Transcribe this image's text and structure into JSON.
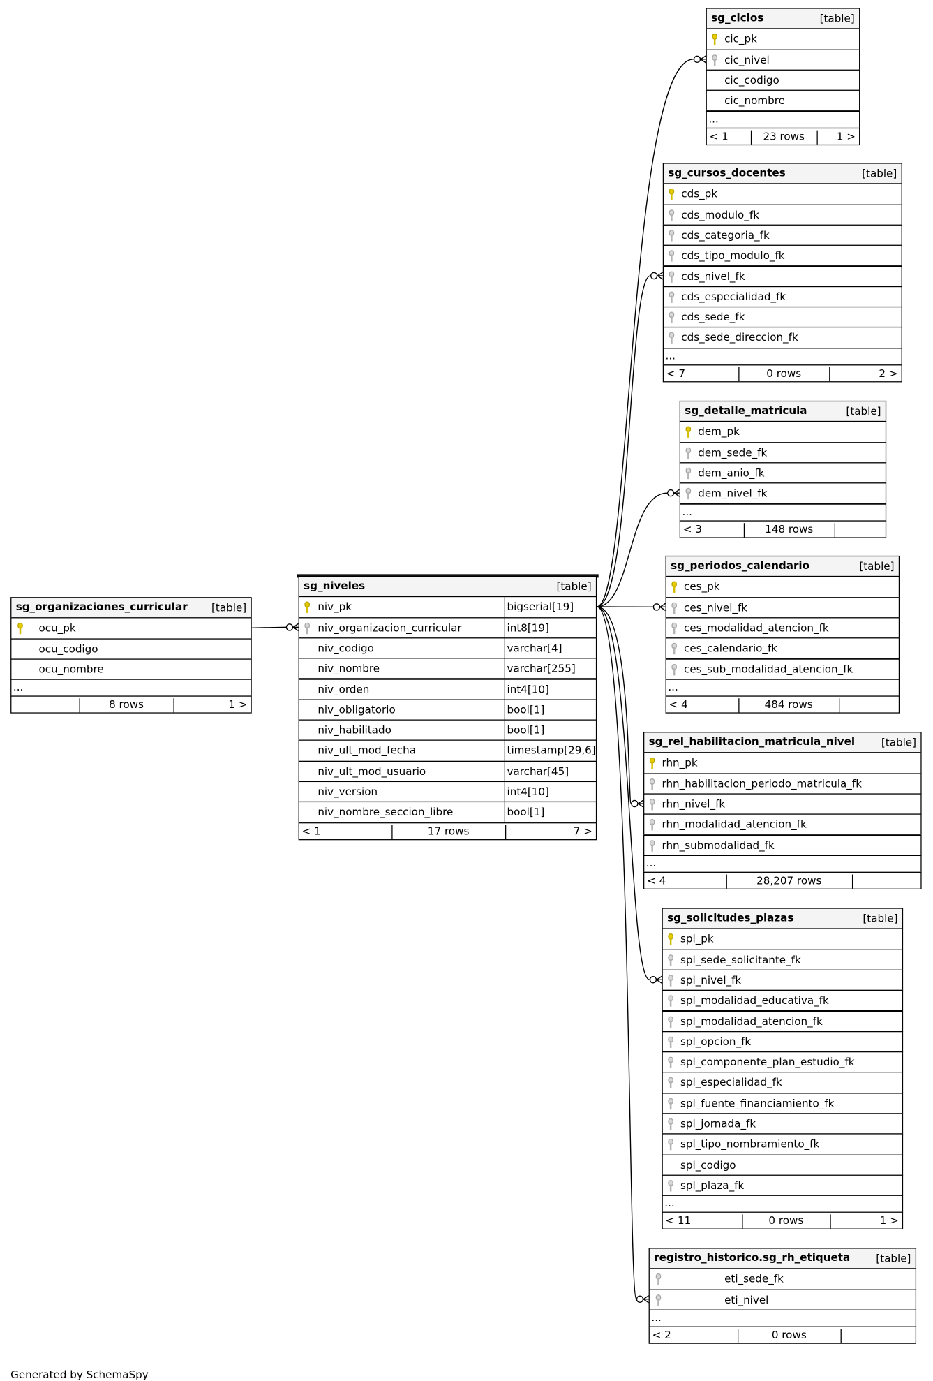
{
  "footer": "Generated by SchemaSpy",
  "tables": {
    "sg_ciclos": {
      "name": "sg_ciclos",
      "type": "[table]",
      "columns": [
        {
          "name": "cic_pk",
          "key": "pk"
        },
        {
          "name": "cic_nivel",
          "key": "fk"
        },
        {
          "name": "cic_codigo",
          "key": ""
        },
        {
          "name": "cic_nombre",
          "key": ""
        }
      ],
      "ellipsis": "...",
      "footer": {
        "left": "< 1",
        "mid": "23 rows",
        "right": "1 >"
      }
    },
    "sg_cursos_docentes": {
      "name": "sg_cursos_docentes",
      "type": "[table]",
      "columns": [
        {
          "name": "cds_pk",
          "key": "pk"
        },
        {
          "name": "cds_modulo_fk",
          "key": "fk"
        },
        {
          "name": "cds_categoria_fk",
          "key": "fk"
        },
        {
          "name": "cds_tipo_modulo_fk",
          "key": "fk"
        },
        {
          "name": "cds_nivel_fk",
          "key": "fk"
        },
        {
          "name": "cds_especialidad_fk",
          "key": "fk"
        },
        {
          "name": "cds_sede_fk",
          "key": "fk"
        },
        {
          "name": "cds_sede_direccion_fk",
          "key": "fk"
        }
      ],
      "ellipsis": "...",
      "footer": {
        "left": "< 7",
        "mid": "0 rows",
        "right": "2 >"
      }
    },
    "sg_detalle_matricula": {
      "name": "sg_detalle_matricula",
      "type": "[table]",
      "columns": [
        {
          "name": "dem_pk",
          "key": "pk"
        },
        {
          "name": "dem_sede_fk",
          "key": "fk"
        },
        {
          "name": "dem_anio_fk",
          "key": "fk"
        },
        {
          "name": "dem_nivel_fk",
          "key": "fk"
        }
      ],
      "ellipsis": "...",
      "footer": {
        "left": "< 3",
        "mid": "148 rows",
        "right": ""
      }
    },
    "sg_periodos_calendario": {
      "name": "sg_periodos_calendario",
      "type": "[table]",
      "columns": [
        {
          "name": "ces_pk",
          "key": "pk"
        },
        {
          "name": "ces_nivel_fk",
          "key": "fk"
        },
        {
          "name": "ces_modalidad_atencion_fk",
          "key": "fk"
        },
        {
          "name": "ces_calendario_fk",
          "key": "fk"
        },
        {
          "name": "ces_sub_modalidad_atencion_fk",
          "key": "fk"
        }
      ],
      "ellipsis": "...",
      "footer": {
        "left": "< 4",
        "mid": "484 rows",
        "right": ""
      }
    },
    "sg_organizaciones_curricular": {
      "name": "sg_organizaciones_curricular",
      "type": "[table]",
      "columns": [
        {
          "name": "ocu_pk",
          "key": "pk"
        },
        {
          "name": "ocu_codigo",
          "key": ""
        },
        {
          "name": "ocu_nombre",
          "key": ""
        }
      ],
      "ellipsis": "...",
      "footer": {
        "left": "",
        "mid": "8 rows",
        "right": "1 >"
      }
    },
    "sg_niveles": {
      "name": "sg_niveles",
      "type": "[table]",
      "columns": [
        {
          "name": "niv_pk",
          "key": "pk",
          "type": "bigserial[19]"
        },
        {
          "name": "niv_organizacion_curricular",
          "key": "fk",
          "type": "int8[19]"
        },
        {
          "name": "niv_codigo",
          "key": "",
          "type": "varchar[4]"
        },
        {
          "name": "niv_nombre",
          "key": "",
          "type": "varchar[255]"
        },
        {
          "name": "niv_orden",
          "key": "",
          "type": "int4[10]"
        },
        {
          "name": "niv_obligatorio",
          "key": "",
          "type": "bool[1]"
        },
        {
          "name": "niv_habilitado",
          "key": "",
          "type": "bool[1]"
        },
        {
          "name": "niv_ult_mod_fecha",
          "key": "",
          "type": "timestamp[29,6]"
        },
        {
          "name": "niv_ult_mod_usuario",
          "key": "",
          "type": "varchar[45]"
        },
        {
          "name": "niv_version",
          "key": "",
          "type": "int4[10]"
        },
        {
          "name": "niv_nombre_seccion_libre",
          "key": "",
          "type": "bool[1]"
        }
      ],
      "footer": {
        "left": "< 1",
        "mid": "17 rows",
        "right": "7 >"
      }
    },
    "sg_rel_habilitacion_matricula_nivel": {
      "name": "sg_rel_habilitacion_matricula_nivel",
      "type": "[table]",
      "columns": [
        {
          "name": "rhn_pk",
          "key": "pk"
        },
        {
          "name": "rhn_habilitacion_periodo_matricula_fk",
          "key": "fk"
        },
        {
          "name": "rhn_nivel_fk",
          "key": "fk"
        },
        {
          "name": "rhn_modalidad_atencion_fk",
          "key": "fk"
        },
        {
          "name": "rhn_submodalidad_fk",
          "key": "fk"
        }
      ],
      "ellipsis": "...",
      "footer": {
        "left": "< 4",
        "mid": "28,207 rows",
        "right": ""
      }
    },
    "sg_solicitudes_plazas": {
      "name": "sg_solicitudes_plazas",
      "type": "[table]",
      "columns": [
        {
          "name": "spl_pk",
          "key": "pk"
        },
        {
          "name": "spl_sede_solicitante_fk",
          "key": "fk"
        },
        {
          "name": "spl_nivel_fk",
          "key": "fk"
        },
        {
          "name": "spl_modalidad_educativa_fk",
          "key": "fk"
        },
        {
          "name": "spl_modalidad_atencion_fk",
          "key": "fk"
        },
        {
          "name": "spl_opcion_fk",
          "key": "fk"
        },
        {
          "name": "spl_componente_plan_estudio_fk",
          "key": "fk"
        },
        {
          "name": "spl_especialidad_fk",
          "key": "fk"
        },
        {
          "name": "spl_fuente_financiamiento_fk",
          "key": "fk"
        },
        {
          "name": "spl_jornada_fk",
          "key": "fk"
        },
        {
          "name": "spl_tipo_nombramiento_fk",
          "key": "fk"
        },
        {
          "name": "spl_codigo",
          "key": ""
        },
        {
          "name": "spl_plaza_fk",
          "key": "fk"
        }
      ],
      "ellipsis": "...",
      "footer": {
        "left": "< 11",
        "mid": "0 rows",
        "right": "1 >"
      }
    },
    "registro_historico_sg_rh_etiqueta": {
      "name": "registro_historico.sg_rh_etiqueta",
      "type": "[table]",
      "columns": [
        {
          "name": "eti_sede_fk",
          "key": "fk"
        },
        {
          "name": "eti_nivel",
          "key": "fk"
        }
      ],
      "ellipsis": "...",
      "footer": {
        "left": "< 2",
        "mid": "0 rows",
        "right": ""
      }
    }
  }
}
